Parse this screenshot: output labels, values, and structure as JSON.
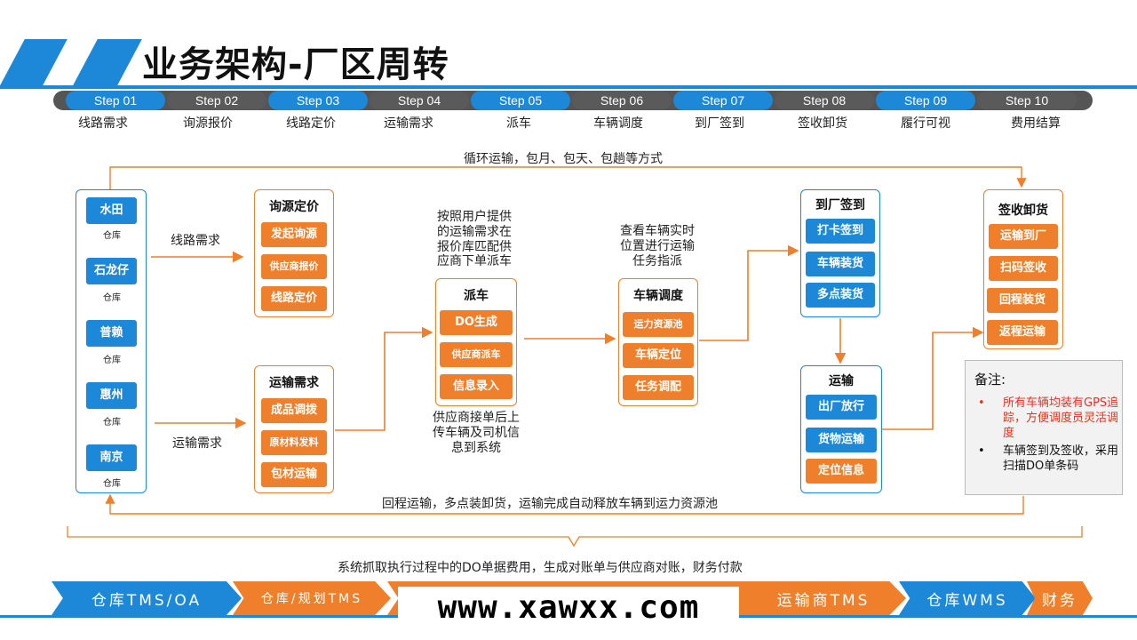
{
  "title": "业务架构-厂区周转",
  "steps": [
    {
      "num": "Step 01",
      "label": "线路需求"
    },
    {
      "num": "Step 02",
      "label": "询源报价"
    },
    {
      "num": "Step 03",
      "label": "线路定价"
    },
    {
      "num": "Step 04",
      "label": "运输需求"
    },
    {
      "num": "Step 05",
      "label": "派车"
    },
    {
      "num": "Step 06",
      "label": "车辆调度"
    },
    {
      "num": "Step 07",
      "label": "到厂签到"
    },
    {
      "num": "Step 08",
      "label": "签收卸货"
    },
    {
      "num": "Step 09",
      "label": "履行可视"
    },
    {
      "num": "Step 10",
      "label": "费用结算"
    }
  ],
  "loop_top": "循环运输，包月、包天、包趟等方式",
  "loop_bottom": "回程运输，多点装卸货，运输完成自动释放车辆到运力资源池",
  "system_note": "系统抓取执行过程中的DO单据费用，生成对账单与供应商对账，财务付款",
  "warehouses": [
    {
      "name": "水田",
      "caption": "仓库"
    },
    {
      "name": "石龙仔",
      "caption": "仓库"
    },
    {
      "name": "普赖",
      "caption": "仓库"
    },
    {
      "name": "惠州",
      "caption": "仓库"
    },
    {
      "name": "南京",
      "caption": "仓库"
    }
  ],
  "edge_labels": {
    "route": "线路需求",
    "transport": "运输需求"
  },
  "inquiry": {
    "title": "询源定价",
    "items": [
      "发起询源",
      "供应商报价",
      "线路定价"
    ]
  },
  "transport_req": {
    "title": "运输需求",
    "items": [
      "成品调拨",
      "原材料发料",
      "包材运输"
    ]
  },
  "dispatch": {
    "title": "派车",
    "items": [
      "DO生成",
      "供应商派车",
      "信息录入"
    ],
    "note_above": "按照用户提供的运输需求在报价库匹配供应商下单派车",
    "note_below": "供应商接单后上传车辆及司机信息到系统"
  },
  "scheduling": {
    "title": "车辆调度",
    "items": [
      "运力资源池",
      "车辆定位",
      "任务调配"
    ],
    "note_above": "查看车辆实时位置进行运输任务指派"
  },
  "checkin": {
    "title": "到厂签到",
    "items": [
      "打卡签到",
      "车辆装货",
      "多点装货"
    ]
  },
  "transport": {
    "title": "运输",
    "items": [
      "出厂放行",
      "货物运输",
      "定位信息"
    ]
  },
  "receive": {
    "title": "签收卸货",
    "items": [
      "运输到厂",
      "扫码签收",
      "回程装货",
      "返程运输"
    ]
  },
  "remark": {
    "heading": "备注:",
    "bullets": [
      "所有车辆均装有GPS追踪，方便调度员灵活调度",
      "车辆签到及签收，采用扫描DO单条码"
    ]
  },
  "systems": [
    "仓库TMS/OA",
    "仓库/规划TMS",
    "运输商TMS",
    "仓库WMS",
    "财务"
  ],
  "watermark": "www.xawxx.com",
  "colors": {
    "blue": "#1e88d8",
    "orange": "#ef7f2a",
    "grey": "#5a5a5a",
    "remark_red": "#e8311e"
  }
}
